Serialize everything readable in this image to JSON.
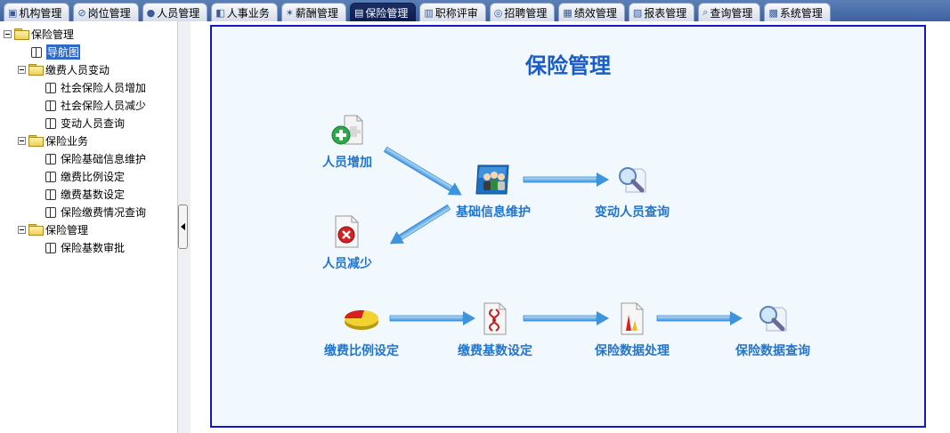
{
  "tabs": [
    {
      "label": "机构管理",
      "icon": "building-icon",
      "active": false
    },
    {
      "label": "岗位管理",
      "icon": "link-icon",
      "active": false
    },
    {
      "label": "人员管理",
      "icon": "person-icon",
      "active": false
    },
    {
      "label": "人事业务",
      "icon": "people-icon",
      "active": false
    },
    {
      "label": "薪酬管理",
      "icon": "money-icon",
      "active": false
    },
    {
      "label": "保险管理",
      "icon": "briefcase-icon",
      "active": true
    },
    {
      "label": "职称评审",
      "icon": "certificate-icon",
      "active": false
    },
    {
      "label": "招聘管理",
      "icon": "recruit-icon",
      "active": false
    },
    {
      "label": "绩效管理",
      "icon": "grid-icon",
      "active": false
    },
    {
      "label": "报表管理",
      "icon": "report-icon",
      "active": false
    },
    {
      "label": "查询管理",
      "icon": "search-icon",
      "active": false
    },
    {
      "label": "系统管理",
      "icon": "system-icon",
      "active": false
    }
  ],
  "tree": {
    "root": "保险管理",
    "nav": "导航图",
    "groups": [
      {
        "label": "缴费人员变动",
        "children": [
          "社会保险人员增加",
          "社会保险人员减少",
          "变动人员查询"
        ]
      },
      {
        "label": "保险业务",
        "children": [
          "保险基础信息维护",
          "缴费比例设定",
          "缴费基数设定",
          "保险缴费情况查询"
        ]
      },
      {
        "label": "保险管理",
        "children": [
          "保险基数审批"
        ]
      }
    ]
  },
  "flow": {
    "title": "保险管理",
    "add_person": "人员增加",
    "remove_person": "人员减少",
    "base_info": "基础信息维护",
    "change_query": "变动人员查询",
    "rate_setting": "缴费比例设定",
    "base_setting": "缴费基数设定",
    "data_process": "保险数据处理",
    "data_query": "保险数据查询"
  },
  "colors": {
    "tab_active": "#0b1c4e",
    "flow_border": "#1515c8",
    "flow_bg": "#f1f8fe",
    "label_blue": "#2475c9",
    "arrow_blue": "#4aa0e6"
  }
}
